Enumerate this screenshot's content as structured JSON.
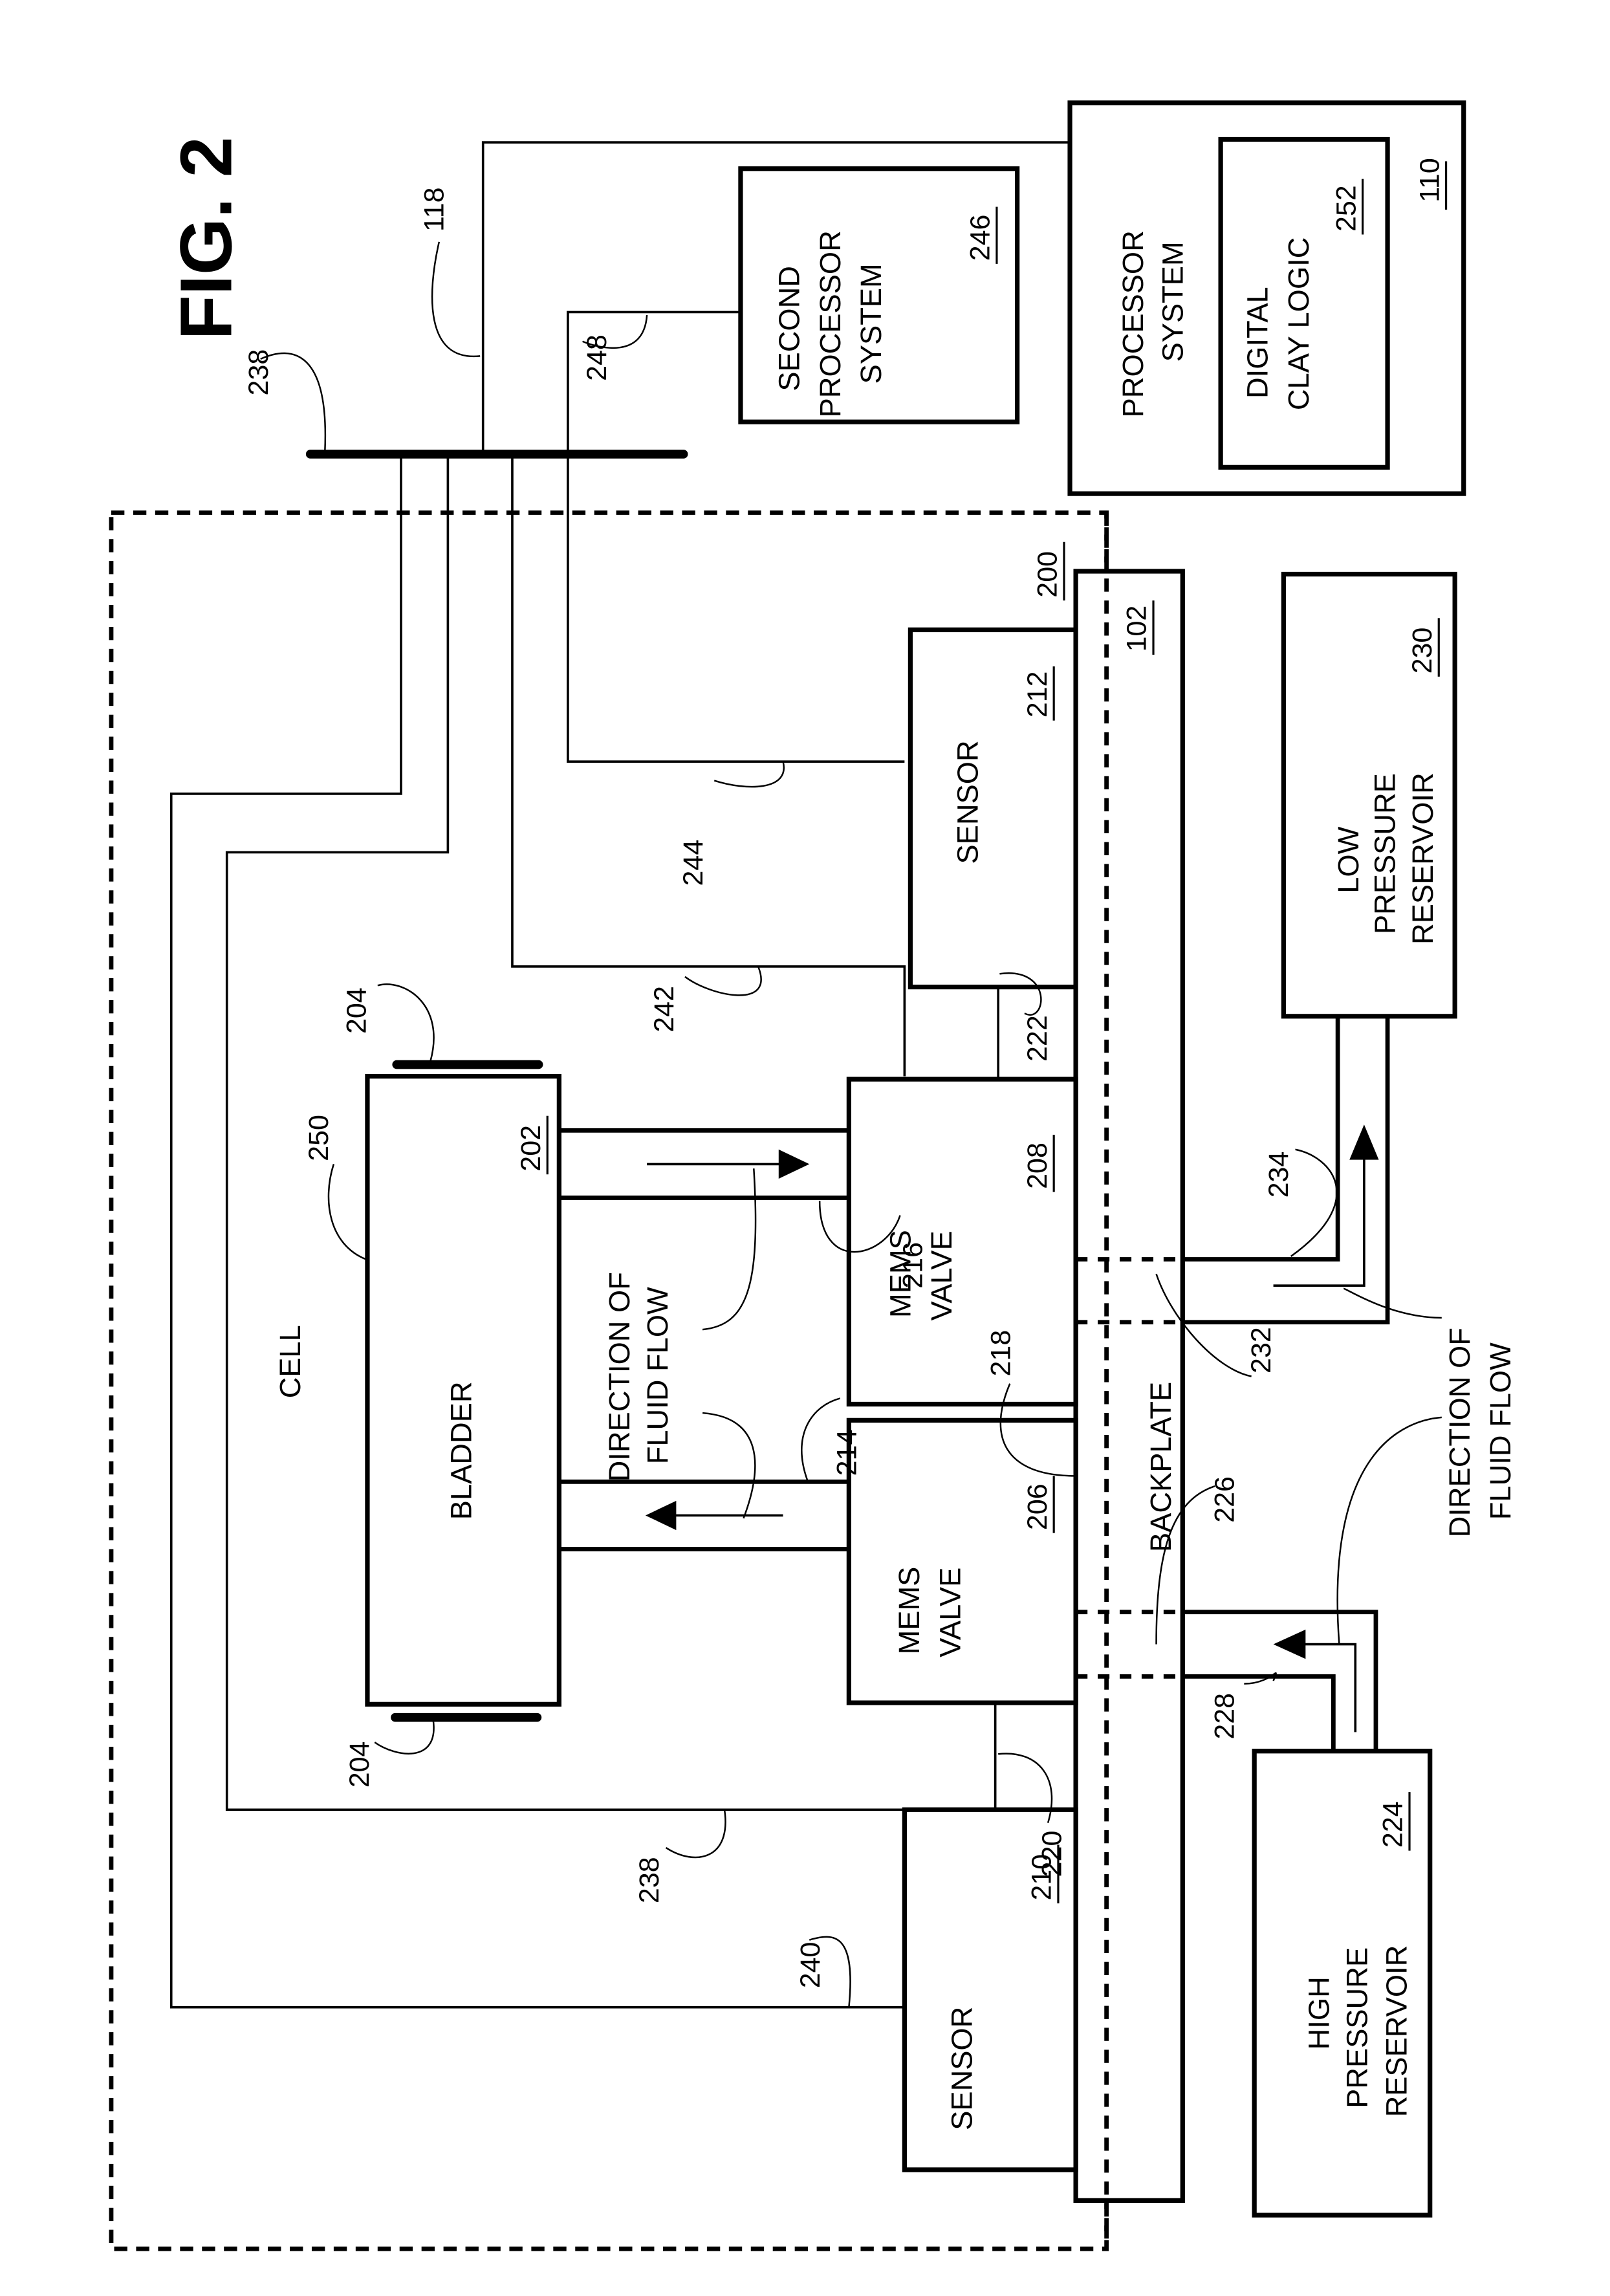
{
  "figure": {
    "title": "FIG. 2",
    "colors": {
      "ink": "#000000",
      "paper": "#ffffff"
    }
  },
  "components": {
    "processor_system": {
      "line1": "PROCESSOR",
      "line2": "SYSTEM",
      "ref": "110"
    },
    "digital_clay_logic": {
      "line1": "DIGITAL",
      "line2": "CLAY LOGIC",
      "ref": "252"
    },
    "second_processor": {
      "line1": "SECOND",
      "line2": "PROCESSOR",
      "line3": "SYSTEM",
      "ref": "246"
    },
    "cell": {
      "label": "CELL",
      "ref": "200"
    },
    "bladder": {
      "label": "BLADDER",
      "ref": "202"
    },
    "valve_208": {
      "line1": "MEMS",
      "line2": "VALVE",
      "ref": "208"
    },
    "valve_206": {
      "line1": "MEMS",
      "line2": "VALVE",
      "ref": "206"
    },
    "sensor_212": {
      "label": "SENSOR",
      "ref": "212"
    },
    "sensor_210": {
      "label": "SENSOR",
      "ref": "210"
    },
    "backplate": {
      "label": "BACKPLATE",
      "ref": "102"
    },
    "low_reservoir": {
      "line1": "LOW",
      "line2": "PRESSURE",
      "line3": "RESERVOIR",
      "ref": "230"
    },
    "high_reservoir": {
      "line1": "HIGH",
      "line2": "PRESSURE",
      "line3": "RESERVOIR",
      "ref": "224"
    }
  },
  "annotations": {
    "flow_upper": {
      "line1": "DIRECTION OF",
      "line2": "FLUID FLOW"
    },
    "flow_lower": {
      "line1": "DIRECTION OF",
      "line2": "FLUID FLOW"
    }
  },
  "reference_numerals": {
    "bus_top": "238",
    "bus_118": "118",
    "r248": "248",
    "r244": "244",
    "r242": "242",
    "r204_top": "204",
    "r250": "250",
    "r222": "222",
    "r234": "234",
    "r232": "232",
    "r216": "216",
    "r218": "218",
    "r214": "214",
    "r226": "226",
    "r228": "228",
    "r204_bottom": "204",
    "r238_bottom": "238",
    "r220": "220",
    "r240": "240"
  }
}
